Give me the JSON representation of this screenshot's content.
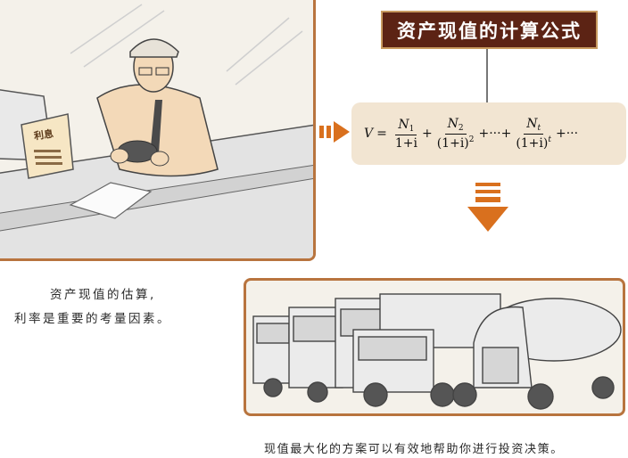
{
  "title": "资产现值的计算公式",
  "formula": {
    "lhs": "V",
    "eq": "=",
    "term1_num": "N",
    "term1_num_sub": "1",
    "term1_den": "1+i",
    "plus1": "+",
    "term2_num": "N",
    "term2_num_sub": "2",
    "term2_den": "(1+i)",
    "term2_exp": "2",
    "plus_dots": "+···+",
    "termt_num": "N",
    "termt_num_sub": "t",
    "termt_den": "(1+i)",
    "termt_exp": "t",
    "tail": "+···"
  },
  "desk_sign": "利息",
  "caption_left": {
    "line1": "资产现值的估算,",
    "line2": "利率是重要的考量因素。"
  },
  "caption_bottom": "现值最大化的方案可以有效地帮助你进行投资决策。",
  "colors": {
    "accent": "#b8743e",
    "title_bg": "#5c2314",
    "formula_bg": "#f2e5d2",
    "arrow": "#d9701e"
  }
}
